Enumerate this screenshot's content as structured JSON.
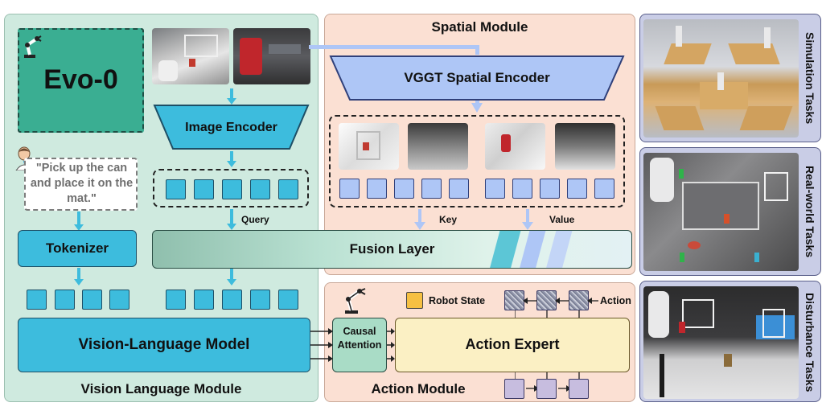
{
  "vision_language_module": {
    "title": "Vision Language Module",
    "evo_label": "Evo-0",
    "instruction": "\"Pick up the can and place it on the mat.\"",
    "image_encoder": "Image Encoder",
    "tokenizer": "Tokenizer",
    "query_label": "Query",
    "vlm": "Vision-Language Model"
  },
  "spatial_module": {
    "title": "Spatial Module",
    "encoder": "VGGT Spatial Encoder",
    "key_label": "Key",
    "value_label": "Value",
    "fusion": "Fusion Layer"
  },
  "action_module": {
    "title": "Action Module",
    "causal_attention": "Causal Attention",
    "robot_state": "Robot State",
    "action_label": "Action",
    "action_expert": "Action Expert"
  },
  "side_tasks": {
    "simulation": "Simulation Tasks",
    "real_world": "Real-world Tasks",
    "disturbance": "Disturbance Tasks"
  },
  "colors": {
    "vl_bg": "#cfeadf",
    "spatial_bg": "#fbe0d3",
    "token_blue": "#3dbcdd",
    "spatial_blue": "#aec6f6",
    "expert_yellow": "#fbf0c4",
    "robot_state": "#f6c042",
    "causal_green": "#a9dcc6",
    "evo_teal": "#3aae92"
  }
}
